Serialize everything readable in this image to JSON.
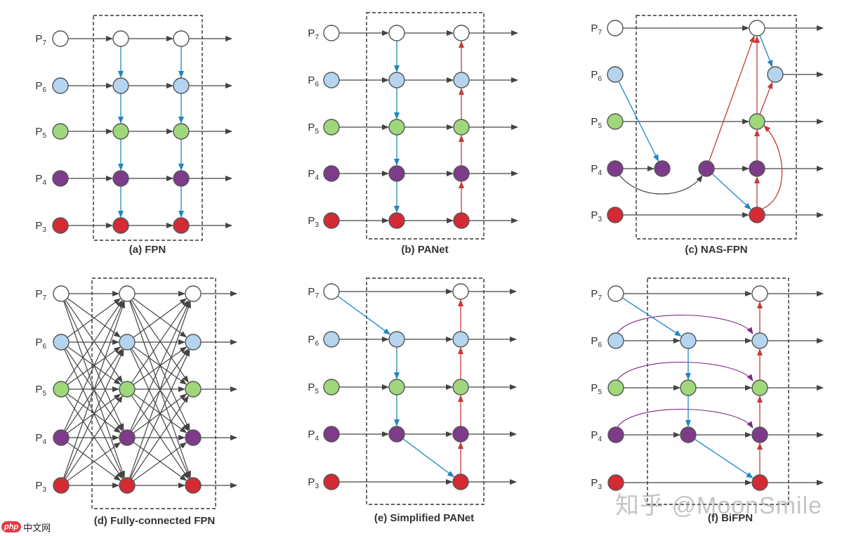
{
  "level_labels": [
    "P7",
    "P6",
    "P5",
    "P4",
    "P3"
  ],
  "node_colors": {
    "P7": "#ffffff",
    "P6": "#b4d4ef",
    "P5": "#9ed87a",
    "P4": "#7d3b8a",
    "P3": "#d42a35"
  },
  "edge_colors": {
    "lateral": "#444444",
    "top_down": "#1f86c4",
    "bottom_up": "#c63a3a",
    "skip": "#7a2a82"
  },
  "panels": [
    {
      "id": "fpn",
      "caption": "(a) FPN"
    },
    {
      "id": "panet",
      "caption": "(b) PANet"
    },
    {
      "id": "nasfpn",
      "caption": "(c) NAS-FPN"
    },
    {
      "id": "fc",
      "caption": "(d) Fully-connected FPN"
    },
    {
      "id": "spanet",
      "caption": "(e) Simplified PANet"
    },
    {
      "id": "bifpn",
      "caption": "(f) BiFPN"
    }
  ],
  "watermark": "知乎 @MoonSmile",
  "logo": {
    "badge": "php",
    "text": "中文网"
  }
}
